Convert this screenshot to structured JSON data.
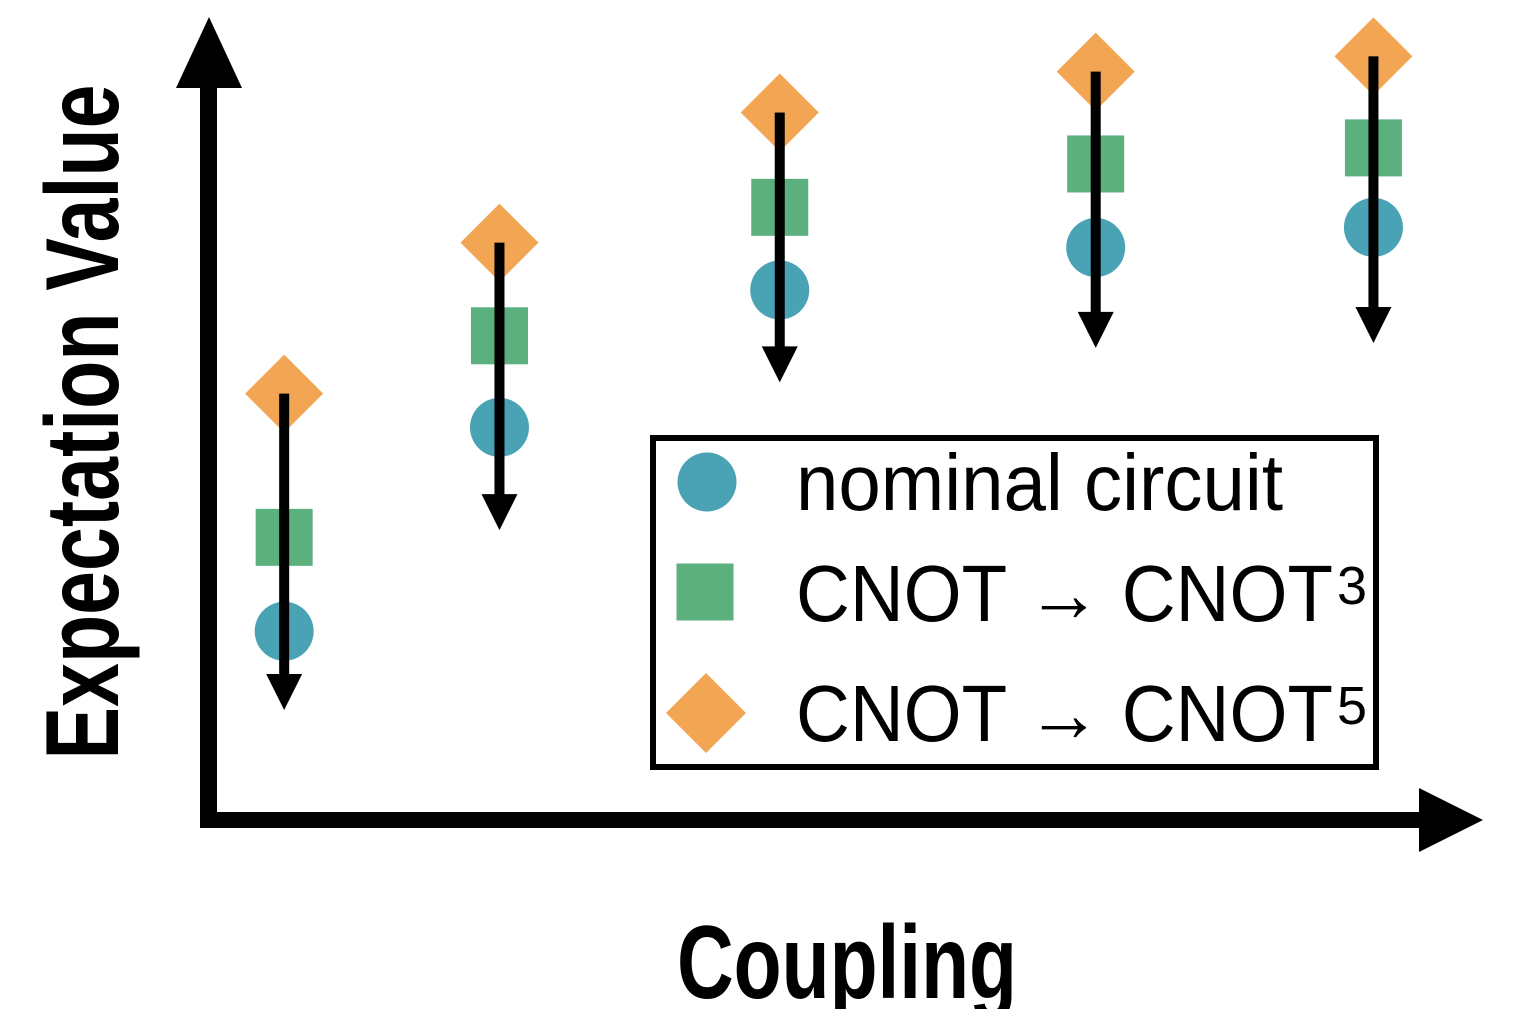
{
  "page": {
    "background": "#FFFFFF"
  },
  "axes": {
    "x_label": "Coupling",
    "y_label": "Expectation Value",
    "color": "#000000",
    "tick_labels": "none"
  },
  "legend": {
    "position": "lower-right inside plot",
    "border_color": "#000000",
    "background": "#FFFFFF",
    "items": [
      {
        "id": "nominal",
        "marker": "circle",
        "color": "#4AA2B5",
        "label": "nominal circuit"
      },
      {
        "id": "cnot3",
        "marker": "square",
        "color": "#5BB07E",
        "label_base": "CNOT → CNOT",
        "label_sup": "3"
      },
      {
        "id": "cnot5",
        "marker": "diamond",
        "color": "#F2A654",
        "label_base": "CNOT → CNOT",
        "label_sup": "5"
      }
    ]
  },
  "chart_data": {
    "type": "scatter",
    "title": "",
    "xlabel": "Coupling",
    "ylabel": "Expectation Value",
    "axis_style": "schematic axes with arrowheads, no ticks or numeric labels",
    "x_axis": {
      "range_norm": [
        0,
        1
      ],
      "grid": false
    },
    "y_axis": {
      "range_norm": [
        0,
        1
      ],
      "grid": false
    },
    "x_norm": [
      0.059,
      0.228,
      0.448,
      0.696,
      0.914
    ],
    "series": [
      {
        "name": "CNOT → CNOT⁵",
        "marker": "diamond",
        "color": "#F2A654",
        "values_norm": [
          0.531,
          0.719,
          0.881,
          0.932,
          0.951
        ]
      },
      {
        "name": "CNOT → CNOT³",
        "marker": "square",
        "color": "#5BB07E",
        "values_norm": [
          0.352,
          0.603,
          0.763,
          0.817,
          0.837
        ]
      },
      {
        "name": "nominal circuit",
        "marker": "circle",
        "color": "#4AA2B5",
        "values_norm": [
          0.235,
          0.489,
          0.66,
          0.713,
          0.738
        ]
      }
    ],
    "arrows": {
      "description": "black downward arrow through each coupling group, starting at the diamond and pointing below the circle (expectation value decreases from CNOT⁵ to CNOT³ to nominal)",
      "color": "#000000",
      "starts_norm": [
        0.531,
        0.719,
        0.881,
        0.932,
        0.951
      ],
      "tips_norm": [
        0.137,
        0.361,
        0.545,
        0.588,
        0.594
      ]
    },
    "legend_position": "lower right"
  }
}
